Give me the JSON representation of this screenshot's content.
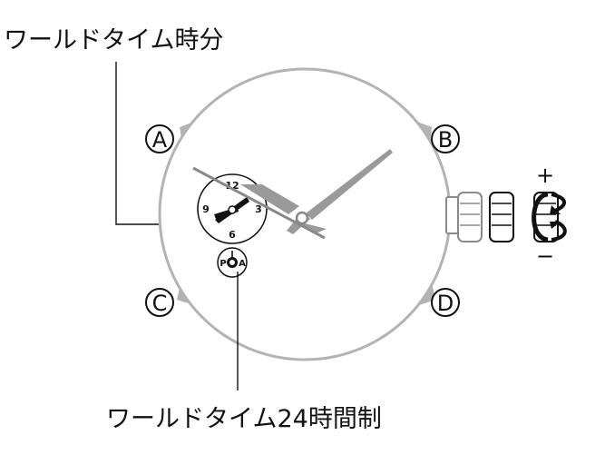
{
  "callouts": {
    "world_time_hour_minute": "ワールドタイム時分",
    "world_time_24h": "ワールドタイム24時間制"
  },
  "buttons": {
    "a": "A",
    "b": "B",
    "c": "C",
    "d": "D"
  },
  "subdial_numbers": {
    "twelve": "12",
    "three": "3",
    "six": "6",
    "nine": "9"
  },
  "ampm_indicator": {
    "p": "P",
    "a": "A"
  },
  "crown_rotation": {
    "plus": "+",
    "minus": "−"
  },
  "colors": {
    "case": "#b3b3b3",
    "hands": "#9a9a9a",
    "line": "#111111"
  }
}
